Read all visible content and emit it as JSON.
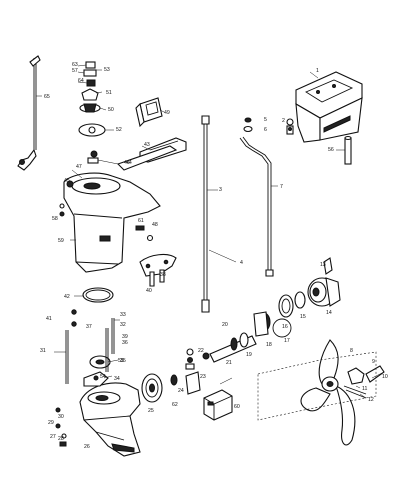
{
  "diagram": {
    "callouts": [
      {
        "id": "c1",
        "text": "1"
      },
      {
        "id": "c2",
        "text": "2"
      },
      {
        "id": "c3",
        "text": "3"
      },
      {
        "id": "c4",
        "text": "4"
      },
      {
        "id": "c5",
        "text": "5"
      },
      {
        "id": "c6",
        "text": "6"
      },
      {
        "id": "c7",
        "text": "7"
      },
      {
        "id": "c8",
        "text": "8"
      },
      {
        "id": "c9",
        "text": "9"
      },
      {
        "id": "c10",
        "text": "10"
      },
      {
        "id": "c11",
        "text": "11"
      },
      {
        "id": "c12",
        "text": "12"
      },
      {
        "id": "c13",
        "text": "13"
      },
      {
        "id": "c14",
        "text": "14"
      },
      {
        "id": "c15",
        "text": "15"
      },
      {
        "id": "c16",
        "text": "16"
      },
      {
        "id": "c17",
        "text": "17"
      },
      {
        "id": "c18",
        "text": "18"
      },
      {
        "id": "c19",
        "text": "19"
      },
      {
        "id": "c20",
        "text": "20"
      },
      {
        "id": "c21",
        "text": "21"
      },
      {
        "id": "c22",
        "text": "22"
      },
      {
        "id": "c23",
        "text": "23"
      },
      {
        "id": "c24",
        "text": "24"
      },
      {
        "id": "c25",
        "text": "25"
      },
      {
        "id": "c26",
        "text": "26"
      },
      {
        "id": "c27",
        "text": "27"
      },
      {
        "id": "c28",
        "text": "28"
      },
      {
        "id": "c29",
        "text": "29"
      },
      {
        "id": "c30",
        "text": "30"
      },
      {
        "id": "c31",
        "text": "31"
      },
      {
        "id": "c32",
        "text": "32"
      },
      {
        "id": "c33",
        "text": "33"
      },
      {
        "id": "c34",
        "text": "34"
      },
      {
        "id": "c35",
        "text": "35"
      },
      {
        "id": "c36",
        "text": "36"
      },
      {
        "id": "c37",
        "text": "37"
      },
      {
        "id": "c38",
        "text": "38"
      },
      {
        "id": "c39",
        "text": "39"
      },
      {
        "id": "c40",
        "text": "40"
      },
      {
        "id": "c41",
        "text": "41"
      },
      {
        "id": "c42",
        "text": "42"
      },
      {
        "id": "c43",
        "text": "43"
      },
      {
        "id": "c44",
        "text": "44"
      },
      {
        "id": "c45",
        "text": "45"
      },
      {
        "id": "c46",
        "text": "46"
      },
      {
        "id": "c47",
        "text": "47"
      },
      {
        "id": "c48",
        "text": "48"
      },
      {
        "id": "c49",
        "text": "49"
      },
      {
        "id": "c50",
        "text": "50"
      },
      {
        "id": "c51",
        "text": "51"
      },
      {
        "id": "c52",
        "text": "52"
      },
      {
        "id": "c53",
        "text": "53"
      },
      {
        "id": "c54",
        "text": "54"
      },
      {
        "id": "c55",
        "text": "55"
      },
      {
        "id": "c56",
        "text": "56"
      },
      {
        "id": "c57",
        "text": "57"
      },
      {
        "id": "c58",
        "text": "58"
      },
      {
        "id": "c59",
        "text": "59"
      },
      {
        "id": "c60",
        "text": "60"
      },
      {
        "id": "c61",
        "text": "61"
      },
      {
        "id": "c62",
        "text": "62"
      },
      {
        "id": "c63",
        "text": "63"
      },
      {
        "id": "c64",
        "text": "64"
      },
      {
        "id": "c65",
        "text": "65"
      }
    ]
  }
}
